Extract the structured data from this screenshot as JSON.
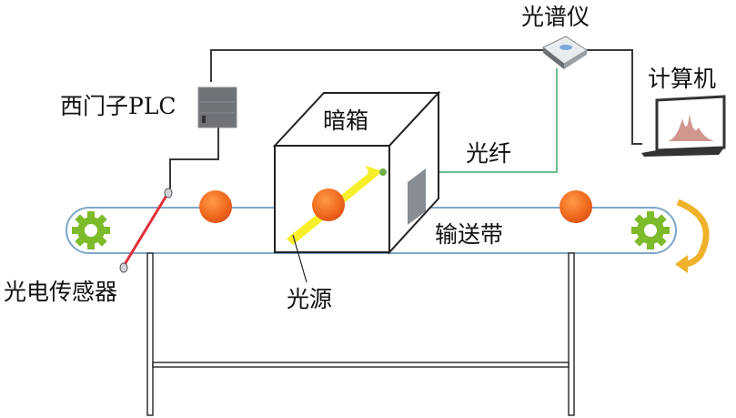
{
  "labels": {
    "spectrometer": "光谱仪",
    "computer": "计算机",
    "plc": "西门子PLC",
    "dark_box": "暗箱",
    "fiber": "光纤",
    "conveyor": "输送带",
    "photo_sensor": "光电传感器",
    "light_source": "光源"
  },
  "colors": {
    "wire": "#3a3a3a",
    "fiber": "#6cc08a",
    "belt": "#7fa7c9",
    "gear": "#7dbb2a",
    "orange": "#f06a1c",
    "beam": "#f7ef2a",
    "sensor_beam": "#e0303c",
    "rotation_arrow": "#f0b22a"
  }
}
